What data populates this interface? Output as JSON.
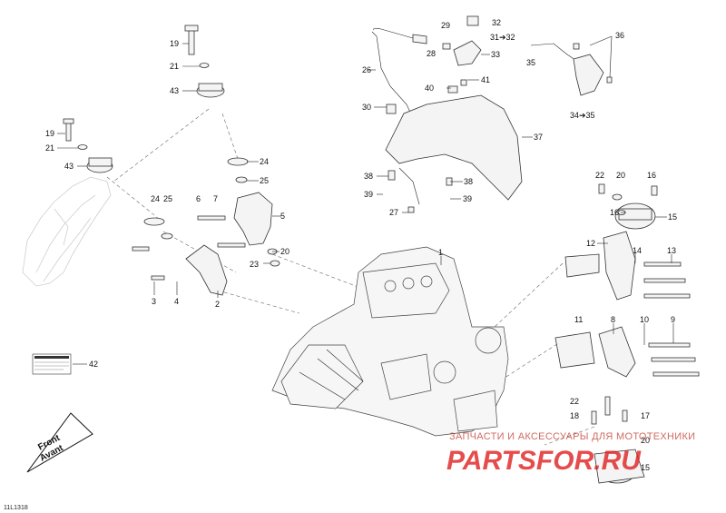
{
  "callouts": [
    {
      "id": "c19a",
      "text": "19"
    },
    {
      "id": "c21a",
      "text": "21"
    },
    {
      "id": "c43a",
      "text": "43"
    },
    {
      "id": "c19b",
      "text": "19"
    },
    {
      "id": "c21b",
      "text": "21"
    },
    {
      "id": "c43b",
      "text": "43"
    },
    {
      "id": "c24a",
      "text": "24"
    },
    {
      "id": "c25a",
      "text": "25"
    },
    {
      "id": "c24b",
      "text": "24"
    },
    {
      "id": "c25b",
      "text": "25"
    },
    {
      "id": "c6",
      "text": "6"
    },
    {
      "id": "c7",
      "text": "7"
    },
    {
      "id": "c5",
      "text": "5"
    },
    {
      "id": "c20a",
      "text": "20"
    },
    {
      "id": "c23",
      "text": "23"
    },
    {
      "id": "c3",
      "text": "3"
    },
    {
      "id": "c4",
      "text": "4"
    },
    {
      "id": "c2",
      "text": "2"
    },
    {
      "id": "c1",
      "text": "1"
    },
    {
      "id": "c42",
      "text": "42"
    },
    {
      "id": "c29",
      "text": "29"
    },
    {
      "id": "c32",
      "text": "32"
    },
    {
      "id": "c31",
      "text": "31➔32"
    },
    {
      "id": "c28",
      "text": "28"
    },
    {
      "id": "c33",
      "text": "33"
    },
    {
      "id": "c26",
      "text": "26"
    },
    {
      "id": "c36",
      "text": "36"
    },
    {
      "id": "c35",
      "text": "35"
    },
    {
      "id": "c41",
      "text": "41"
    },
    {
      "id": "c40",
      "text": "40"
    },
    {
      "id": "c30",
      "text": "30"
    },
    {
      "id": "c34",
      "text": "34➔35"
    },
    {
      "id": "c37",
      "text": "37"
    },
    {
      "id": "c38a",
      "text": "38"
    },
    {
      "id": "c38b",
      "text": "38"
    },
    {
      "id": "c39a",
      "text": "39"
    },
    {
      "id": "c39b",
      "text": "39"
    },
    {
      "id": "c27",
      "text": "27"
    },
    {
      "id": "c22a",
      "text": "22"
    },
    {
      "id": "c20b",
      "text": "20"
    },
    {
      "id": "c16a",
      "text": "16"
    },
    {
      "id": "c16b",
      "text": "16"
    },
    {
      "id": "c15a",
      "text": "15"
    },
    {
      "id": "c12",
      "text": "12"
    },
    {
      "id": "c14",
      "text": "14"
    },
    {
      "id": "c13",
      "text": "13"
    },
    {
      "id": "c11",
      "text": "11"
    },
    {
      "id": "c8",
      "text": "8"
    },
    {
      "id": "c10",
      "text": "10"
    },
    {
      "id": "c9",
      "text": "9"
    },
    {
      "id": "c22b",
      "text": "22"
    },
    {
      "id": "c18",
      "text": "18"
    },
    {
      "id": "c17",
      "text": "17"
    },
    {
      "id": "c20c",
      "text": "20"
    },
    {
      "id": "c15b",
      "text": "15"
    }
  ],
  "front_label": {
    "line1": "Front",
    "line2": "Avant"
  },
  "drawing_code": "11L1318",
  "watermark": {
    "subtitle": "ЗАПЧАСТИ И АКСЕССУАРЫ ДЛЯ МОТОТЕХНИКИ",
    "brand": "PARTSFOR.RU"
  },
  "colors": {
    "ink": "#111111",
    "watermark": "#e02020"
  }
}
